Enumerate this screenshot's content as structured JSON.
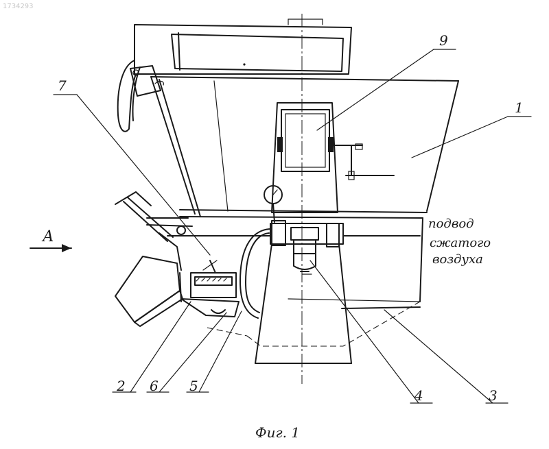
{
  "watermark": "1734293",
  "caption": "Фиг. 1",
  "view_label": "А",
  "callouts": [
    "1",
    "2",
    "3",
    "4",
    "5",
    "6",
    "7",
    "9"
  ],
  "annotation": [
    "подвод",
    "сжатого",
    "воздуха"
  ],
  "colors": {
    "ink": "#1a1a1a",
    "paper": "#ffffff",
    "watermark": "#c8c8c8"
  }
}
